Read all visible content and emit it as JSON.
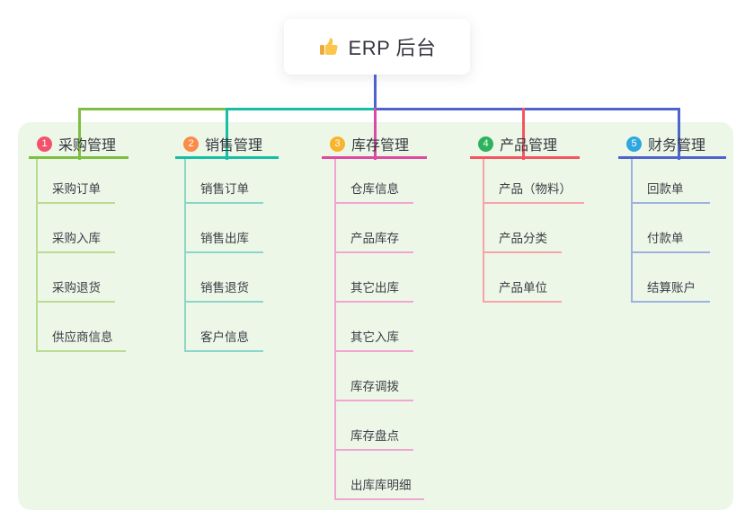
{
  "root": {
    "title": "ERP 后台",
    "icon": "thumbs-up-icon"
  },
  "colors": {
    "panel_bg": "#edf7e8",
    "root_connector": "#4f63cc"
  },
  "branches": [
    {
      "badge": "1",
      "title": "采购管理",
      "badge_color": "#f4526a",
      "line_color": "#7ebf43",
      "line_color_light": "#b9dc92",
      "children": [
        "采购订单",
        "采购入库",
        "采购退货",
        "供应商信息"
      ]
    },
    {
      "badge": "2",
      "title": "销售管理",
      "badge_color": "#fa8b49",
      "line_color": "#18bda6",
      "line_color_light": "#8ad6c9",
      "children": [
        "销售订单",
        "销售出库",
        "销售退货",
        "客户信息"
      ]
    },
    {
      "badge": "3",
      "title": "库存管理",
      "badge_color": "#fab32c",
      "line_color": "#dd4aa1",
      "line_color_light": "#f2a5d1",
      "children": [
        "仓库信息",
        "产品库存",
        "其它出库",
        "其它入库",
        "库存调拨",
        "库存盘点",
        "出库库明细"
      ]
    },
    {
      "badge": "4",
      "title": "产品管理",
      "badge_color": "#2cb35b",
      "line_color": "#f4565f",
      "line_color_light": "#f8a3a8",
      "children": [
        "产品（物料）",
        "产品分类",
        "产品单位"
      ]
    },
    {
      "badge": "5",
      "title": "财务管理",
      "badge_color": "#2ea7de",
      "line_color": "#4f63cc",
      "line_color_light": "#9fb1de",
      "children": [
        "回款单",
        "付款单",
        "结算账户"
      ]
    }
  ]
}
